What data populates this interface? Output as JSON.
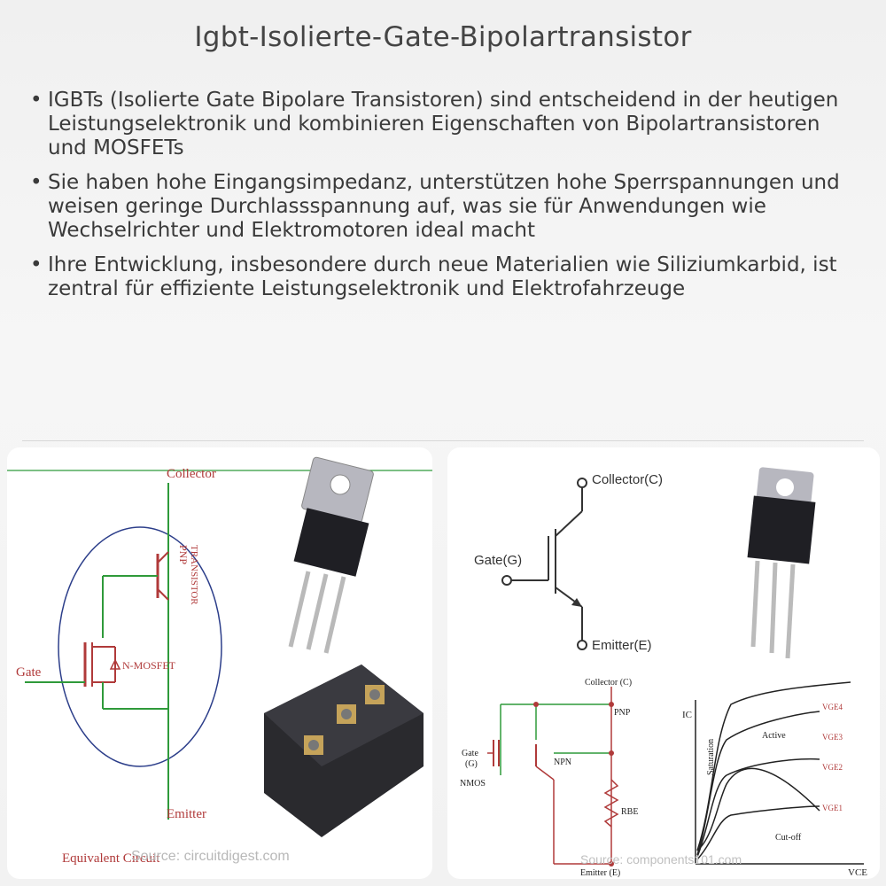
{
  "title": "Igbt-Isolierte-Gate-Bipolartransistor",
  "bullets": [
    "IGBTs (Isolierte Gate Bipolare Transistoren) sind entscheidend in der heutigen Leistungselektronik und kombinieren Eigenschaften von Bipolartransistoren und MOSFETs",
    "Sie haben hohe Eingangsimpedanz, unterstützen hohe Sperrspannungen und weisen geringe Durchlassspannung auf, was sie für Anwendungen wie Wechselrichter und Elektromotoren ideal macht",
    "Ihre Entwicklung, insbesondere durch neue Materialien wie Siliziumkarbid, ist zentral für effiziente Leistungselektronik und Elektrofahrzeuge"
  ],
  "bullet_glyph": "•",
  "left_image": {
    "collector": "Collector",
    "gate": "Gate",
    "emitter": "Emitter",
    "pnp": "PNP",
    "transistor": "TRANSISTOR",
    "nmosfet": "N-MOSFET",
    "equivalent": "Equivalent Circuit",
    "source": "Source: circuitdigest.com"
  },
  "right_image": {
    "collector": "Collector(C)",
    "gate": "Gate(G)",
    "emitter": "Emitter(E)",
    "eq_collector": "Collector (C)",
    "pnp": "PNP",
    "npn": "NPN",
    "gate_g_1": "Gate",
    "gate_g_2": "(G)",
    "nmos": "NMOS",
    "rbe": "RBE",
    "eq_emitter": "Emitter (E)",
    "ic": "IC",
    "vce": "VCE",
    "saturation": "Saturation",
    "active": "Active",
    "cutoff": "Cut-off",
    "vge4": "VGE4",
    "vge3": "VGE3",
    "vge2": "VGE2",
    "vge1": "VGE1",
    "source": "Source: components101.com"
  },
  "colors": {
    "circuit_red": "#b03a3a",
    "circuit_green": "#2f9a3a",
    "circle_blue": "#2c3e8a",
    "text": "#3a3a3a"
  }
}
